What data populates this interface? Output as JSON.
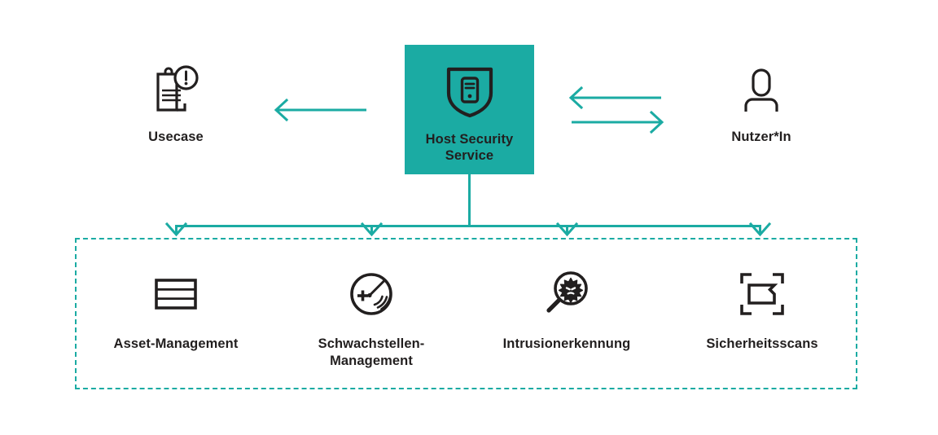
{
  "diagram": {
    "title": "Host Security Service",
    "accent_color": "#1BABA3",
    "text_color": "#221F1F",
    "background": "#FFFFFF"
  },
  "center": {
    "label": "Host Security\nService",
    "label_line1": "Host Security",
    "label_line2": "Service",
    "icon": "shield-server-icon",
    "box_color": "#1BABA3"
  },
  "actors": [
    {
      "id": "usecase",
      "label": "Usecase",
      "icon": "clipboard-alert-icon",
      "arrow": "arrow-left-to-usecase"
    },
    {
      "id": "nutzer",
      "label": "Nutzer*In",
      "icon": "user-person-icon",
      "arrow_in": "arrow-left-from-nutzer",
      "arrow_out": "arrow-right-to-nutzer"
    }
  ],
  "capabilities": [
    {
      "id": "asset",
      "label": "Asset-Management",
      "icon": "server-rack-icon"
    },
    {
      "id": "schwach",
      "label": "Schwachstellen-\nManagement",
      "icon": "vulnerability-radar-icon"
    },
    {
      "id": "intrusion",
      "label": "Intrusionerkennung",
      "icon": "magnifier-virus-icon"
    },
    {
      "id": "sicher",
      "label": "Sicherheitsscans",
      "icon": "scan-frame-icon"
    }
  ],
  "connectors": {
    "usecase_arrow": "left",
    "nutzer_arrow_top": "left",
    "nutzer_arrow_bottom": "right",
    "branch_count": 4,
    "branch_direction": "down"
  }
}
